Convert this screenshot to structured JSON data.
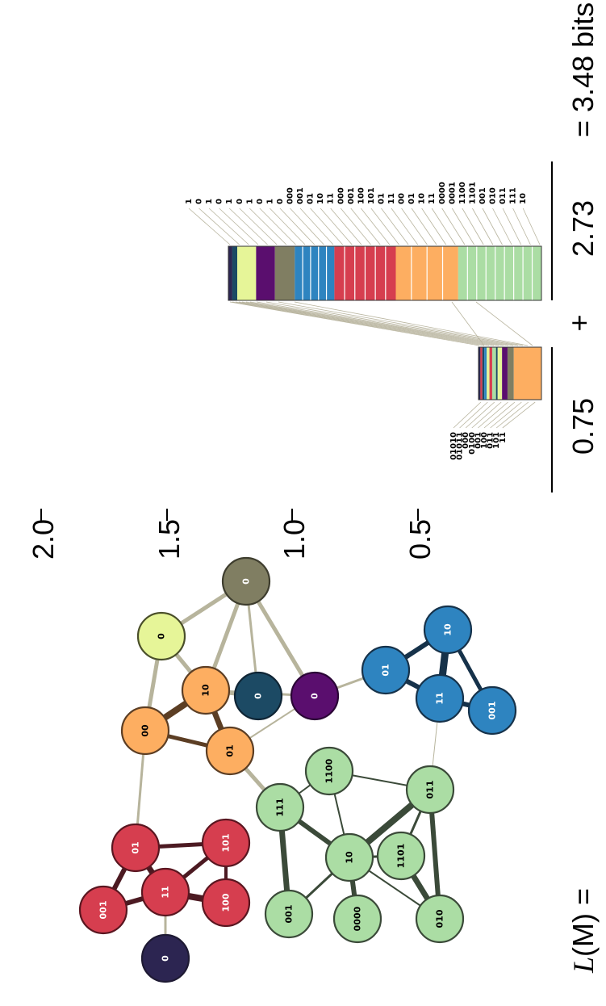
{
  "colors": {
    "red": "#d63e4f",
    "red_edge": "#4c1a22",
    "orange": "#fdae61",
    "orange_edge": "#5c3e24",
    "green": "#abdda4",
    "green_edge": "#3b4a39",
    "blue": "#2e84c0",
    "blue_edge": "#16324a",
    "dark_navy": "#2c2551",
    "dark_teal": "#1c4a64",
    "purple": "#5a0e6e",
    "olive": "#807e62",
    "yellow": "#e6f598",
    "inter_edge": "#b7b49c",
    "leader": "#b8b49e"
  },
  "formula": {
    "lhs_symbol": "L",
    "lhs_rest": "(M) =",
    "index_term": "0.75",
    "plus": "+",
    "module_term": "2.73",
    "total": "= 3.48 bits"
  },
  "axis": {
    "ticks": [
      "0.5",
      "1.0",
      "1.5",
      "2.0"
    ]
  },
  "index_codebook": {
    "labels": [
      "01010",
      "01011",
      "000",
      "0100",
      "001",
      "100",
      "011",
      "101",
      "11"
    ],
    "segments": [
      {
        "color": "#2c2551",
        "weight": 0.7
      },
      {
        "color": "#d63e4f",
        "weight": 0.7
      },
      {
        "color": "#1c4a64",
        "weight": 0.7
      },
      {
        "color": "#2e84c0",
        "weight": 0.9
      },
      {
        "color": "#e6f598",
        "weight": 1.0
      },
      {
        "color": "#d63e4f",
        "weight": 1.0
      },
      {
        "color": "#abdda4",
        "weight": 1.4
      },
      {
        "color": "#1c4a64",
        "weight": 0.6
      },
      {
        "color": "#e6f598",
        "weight": 1.6
      },
      {
        "color": "#5a0e6e",
        "weight": 2.0
      },
      {
        "color": "#807e62",
        "weight": 2.3
      },
      {
        "color": "#fdae61",
        "weight": 10.1
      }
    ]
  },
  "module_codebook": {
    "labels": [
      "1",
      "0",
      "1",
      "0",
      "1",
      "0",
      "1",
      "0",
      "1",
      "0",
      "000",
      "001",
      "01",
      "10",
      "11",
      "000",
      "001",
      "100",
      "101",
      "01",
      "11",
      "00",
      "01",
      "10",
      "11",
      "0000",
      "0001",
      "1100",
      "1101",
      "001",
      "010",
      "011",
      "111",
      "10"
    ],
    "segments": [
      {
        "color": "#2c2551",
        "cuts": 1,
        "weight": 2.0
      },
      {
        "color": "#1c4a64",
        "cuts": 1,
        "weight": 2.5
      },
      {
        "color": "#e6f598",
        "cuts": 1,
        "weight": 9.5
      },
      {
        "color": "#5a0e6e",
        "cuts": 1,
        "weight": 9.5
      },
      {
        "color": "#807e62",
        "cuts": 1,
        "weight": 10.0
      },
      {
        "color": "#2e84c0",
        "cuts": 5,
        "weight": 20.0
      },
      {
        "color": "#d63e4f",
        "cuts": 6,
        "weight": 31.0
      },
      {
        "color": "#fdae61",
        "cuts": 4,
        "weight": 31.5
      },
      {
        "color": "#abdda4",
        "cuts": 9,
        "weight": 42.0
      }
    ]
  },
  "network": {
    "nodes": [
      {
        "id": "r0",
        "label": "0",
        "color": "#2c2551",
        "text": "#ffffff",
        "stroke": "#1e1a33"
      },
      {
        "id": "r001",
        "label": "001",
        "color": "#d63e4f",
        "text": "#ffffff",
        "stroke": "#5a1620"
      },
      {
        "id": "r11",
        "label": "11",
        "color": "#d63e4f",
        "text": "#ffffff",
        "stroke": "#5a1620"
      },
      {
        "id": "r01",
        "label": "01",
        "color": "#d63e4f",
        "text": "#ffffff",
        "stroke": "#5a1620"
      },
      {
        "id": "r100",
        "label": "100",
        "color": "#d63e4f",
        "text": "#ffffff",
        "stroke": "#5a1620"
      },
      {
        "id": "r101",
        "label": "101",
        "color": "#d63e4f",
        "text": "#ffffff",
        "stroke": "#5a1620"
      },
      {
        "id": "g0000",
        "label": "0000",
        "color": "#abdda4",
        "text": "#000000",
        "stroke": "#3b4a39"
      },
      {
        "id": "g001",
        "label": "001",
        "color": "#abdda4",
        "text": "#000000",
        "stroke": "#3b4a39"
      },
      {
        "id": "g10",
        "label": "10",
        "color": "#abdda4",
        "text": "#000000",
        "stroke": "#3b4a39"
      },
      {
        "id": "g111",
        "label": "111",
        "color": "#abdda4",
        "text": "#000000",
        "stroke": "#3b4a39"
      },
      {
        "id": "g1100",
        "label": "1100",
        "color": "#abdda4",
        "text": "#000000",
        "stroke": "#3b4a39"
      },
      {
        "id": "g1101",
        "label": "1101",
        "color": "#abdda4",
        "text": "#000000",
        "stroke": "#3b4a39"
      },
      {
        "id": "g011",
        "label": "011",
        "color": "#abdda4",
        "text": "#000000",
        "stroke": "#3b4a39"
      },
      {
        "id": "g010",
        "label": "010",
        "color": "#abdda4",
        "text": "#000000",
        "stroke": "#3b4a39"
      },
      {
        "id": "o01",
        "label": "01",
        "color": "#fdae61",
        "text": "#000000",
        "stroke": "#5c3e24"
      },
      {
        "id": "o00",
        "label": "00",
        "color": "#fdae61",
        "text": "#000000",
        "stroke": "#5c3e24"
      },
      {
        "id": "o10",
        "label": "10",
        "color": "#fdae61",
        "text": "#000000",
        "stroke": "#5c3e24"
      },
      {
        "id": "y0",
        "label": "0",
        "color": "#e6f598",
        "text": "#000000",
        "stroke": "#4a4f2a"
      },
      {
        "id": "t0",
        "label": "0",
        "color": "#1c4a64",
        "text": "#ffffff",
        "stroke": "#0f2535"
      },
      {
        "id": "p0",
        "label": "0",
        "color": "#5a0e6e",
        "text": "#ffffff",
        "stroke": "#2b0636"
      },
      {
        "id": "k0",
        "label": "0",
        "color": "#807e62",
        "text": "#ffffff",
        "stroke": "#3e3d2e"
      },
      {
        "id": "b11",
        "label": "11",
        "color": "#2e84c0",
        "text": "#ffffff",
        "stroke": "#16324a"
      },
      {
        "id": "b01",
        "label": "01",
        "color": "#2e84c0",
        "text": "#ffffff",
        "stroke": "#16324a"
      },
      {
        "id": "b10",
        "label": "10",
        "color": "#2e84c0",
        "text": "#ffffff",
        "stroke": "#16324a"
      },
      {
        "id": "b001",
        "label": "001",
        "color": "#2e84c0",
        "text": "#ffffff",
        "stroke": "#16324a"
      }
    ],
    "edges": [
      {
        "s": "r001",
        "t": "r11",
        "w": 6,
        "c": "#4c1a22"
      },
      {
        "s": "r001",
        "t": "r01",
        "w": 6,
        "c": "#4c1a22"
      },
      {
        "s": "r01",
        "t": "r11",
        "w": 7,
        "c": "#4c1a22"
      },
      {
        "s": "r01",
        "t": "r101",
        "w": 5,
        "c": "#4c1a22"
      },
      {
        "s": "r11",
        "t": "r101",
        "w": 5,
        "c": "#4c1a22"
      },
      {
        "s": "r11",
        "t": "r100",
        "w": 8,
        "c": "#4c1a22"
      },
      {
        "s": "r101",
        "t": "r100",
        "w": 4,
        "c": "#4c1a22"
      },
      {
        "s": "r11",
        "t": "r0",
        "w": 3,
        "c": "#b7b49c"
      },
      {
        "s": "r01",
        "t": "o00",
        "w": 3,
        "c": "#b7b49c"
      },
      {
        "s": "g111",
        "t": "o01",
        "w": 5,
        "c": "#b7b49c"
      },
      {
        "s": "g111",
        "t": "g10",
        "w": 6,
        "c": "#3b4a39"
      },
      {
        "s": "g111",
        "t": "g001",
        "w": 7,
        "c": "#3b4a39"
      },
      {
        "s": "g111",
        "t": "g1100",
        "w": 2,
        "c": "#3b4a39"
      },
      {
        "s": "g10",
        "t": "g001",
        "w": 3,
        "c": "#3b4a39"
      },
      {
        "s": "g10",
        "t": "g0000",
        "w": 6,
        "c": "#3b4a39"
      },
      {
        "s": "g10",
        "t": "g1100",
        "w": 2,
        "c": "#3b4a39"
      },
      {
        "s": "g10",
        "t": "g1101",
        "w": 3,
        "c": "#3b4a39"
      },
      {
        "s": "g10",
        "t": "g011",
        "w": 8,
        "c": "#3b4a39"
      },
      {
        "s": "g10",
        "t": "g010",
        "w": 2,
        "c": "#3b4a39"
      },
      {
        "s": "g1100",
        "t": "g011",
        "w": 2,
        "c": "#3b4a39"
      },
      {
        "s": "g1101",
        "t": "g011",
        "w": 3,
        "c": "#3b4a39"
      },
      {
        "s": "g1101",
        "t": "g010",
        "w": 7,
        "c": "#3b4a39"
      },
      {
        "s": "g011",
        "t": "g010",
        "w": 6,
        "c": "#3b4a39"
      },
      {
        "s": "g011",
        "t": "b11",
        "w": 1,
        "c": "#b7b49c"
      },
      {
        "s": "o00",
        "t": "o10",
        "w": 8,
        "c": "#5c3e24"
      },
      {
        "s": "o00",
        "t": "o01",
        "w": 5,
        "c": "#5c3e24"
      },
      {
        "s": "o10",
        "t": "o01",
        "w": 7,
        "c": "#5c3e24"
      },
      {
        "s": "o00",
        "t": "y0",
        "w": 5,
        "c": "#b7b49c"
      },
      {
        "s": "o10",
        "t": "y0",
        "w": 5,
        "c": "#b7b49c"
      },
      {
        "s": "o10",
        "t": "k0",
        "w": 5,
        "c": "#b7b49c"
      },
      {
        "s": "o10",
        "t": "t0",
        "w": 5,
        "c": "#b7b49c"
      },
      {
        "s": "o10",
        "t": "p0",
        "w": 3,
        "c": "#b7b49c"
      },
      {
        "s": "o01",
        "t": "p0",
        "w": 2,
        "c": "#b7b49c"
      },
      {
        "s": "y0",
        "t": "k0",
        "w": 5,
        "c": "#b7b49c"
      },
      {
        "s": "t0",
        "t": "k0",
        "w": 3,
        "c": "#b7b49c"
      },
      {
        "s": "p0",
        "t": "k0",
        "w": 5,
        "c": "#b7b49c"
      },
      {
        "s": "p0",
        "t": "b01",
        "w": 3,
        "c": "#b7b49c"
      },
      {
        "s": "b01",
        "t": "b10",
        "w": 6,
        "c": "#16324a"
      },
      {
        "s": "b01",
        "t": "b11",
        "w": 6,
        "c": "#16324a"
      },
      {
        "s": "b10",
        "t": "b11",
        "w": 9,
        "c": "#16324a"
      },
      {
        "s": "b10",
        "t": "b001",
        "w": 5,
        "c": "#16324a"
      },
      {
        "s": "b11",
        "t": "b001",
        "w": 6,
        "c": "#16324a"
      }
    ]
  }
}
